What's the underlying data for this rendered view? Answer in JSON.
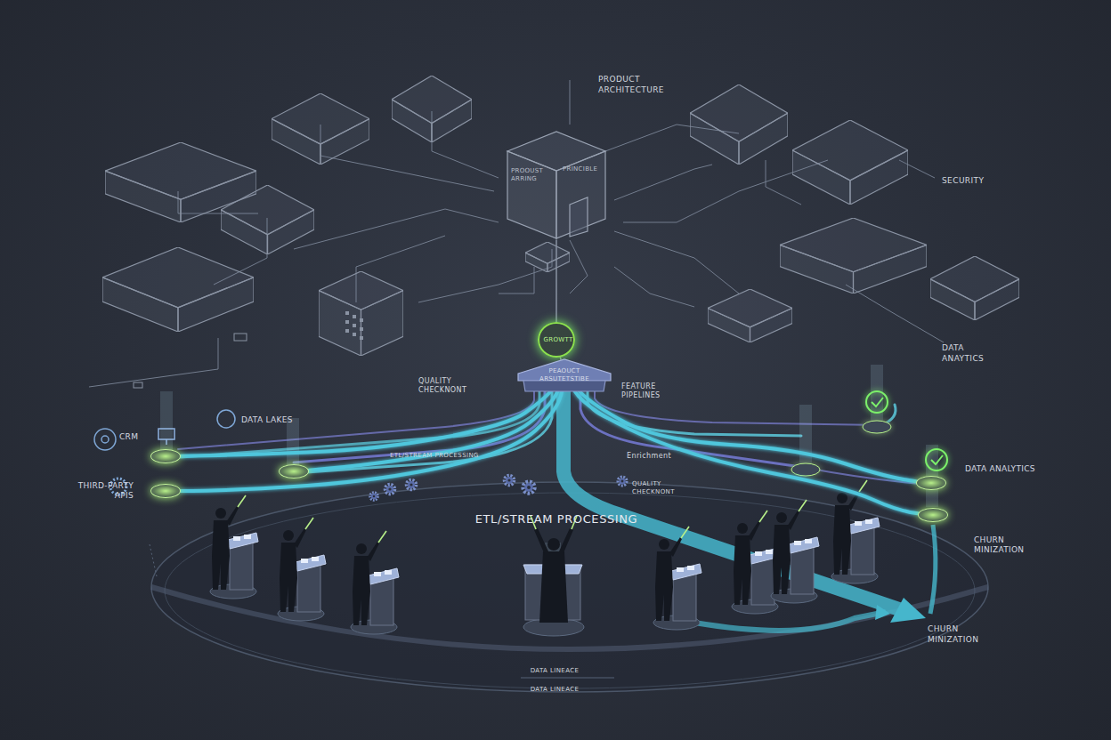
{
  "diagram": {
    "nodes": [
      {
        "text": [
          "PROOUST ARRING",
          "PRINCIBLE"
        ]
      },
      {
        "text": [
          "GROWTT"
        ]
      },
      {
        "text": [
          "PEAOUCT ARSUTETSTIBE"
        ]
      },
      {
        "text": [
          "CRM"
        ]
      },
      {
        "text": [
          "DATA LAKES"
        ]
      },
      {
        "text": [
          "THIRD-PARTY APIS"
        ]
      },
      {
        "text": [
          "DATA ANALYTICS"
        ]
      },
      {
        "text": [
          "CHURN MINIZATION"
        ]
      }
    ],
    "edges": [
      {
        "from": 1,
        "to": 0,
        "arrow": "none"
      },
      {
        "from": 1,
        "to": 2,
        "arrow": "none"
      },
      {
        "from": 3,
        "to": 2,
        "arrow": "none"
      },
      {
        "from": 4,
        "to": 2,
        "arrow": "none"
      },
      {
        "from": 5,
        "to": 2,
        "arrow": "none"
      },
      {
        "from": 2,
        "to": 6,
        "arrow": "none"
      },
      {
        "from": 2,
        "to": 7,
        "arrow": "none"
      }
    ],
    "labels": [
      "PRODUCT ARCHITECTURE",
      "SECURITY",
      "DATA ANAYTICS",
      "QUALITY CHECKNONT",
      "FEATURE PIPELINES",
      "ETL/STREAM PROCESSING",
      "Enrichment",
      "QUALITY CHECKNONT",
      "ETL/STREAM PROCESSING",
      "CHURN MINIZATION",
      "DATA LINEACE",
      "DATA LINEACE"
    ]
  }
}
